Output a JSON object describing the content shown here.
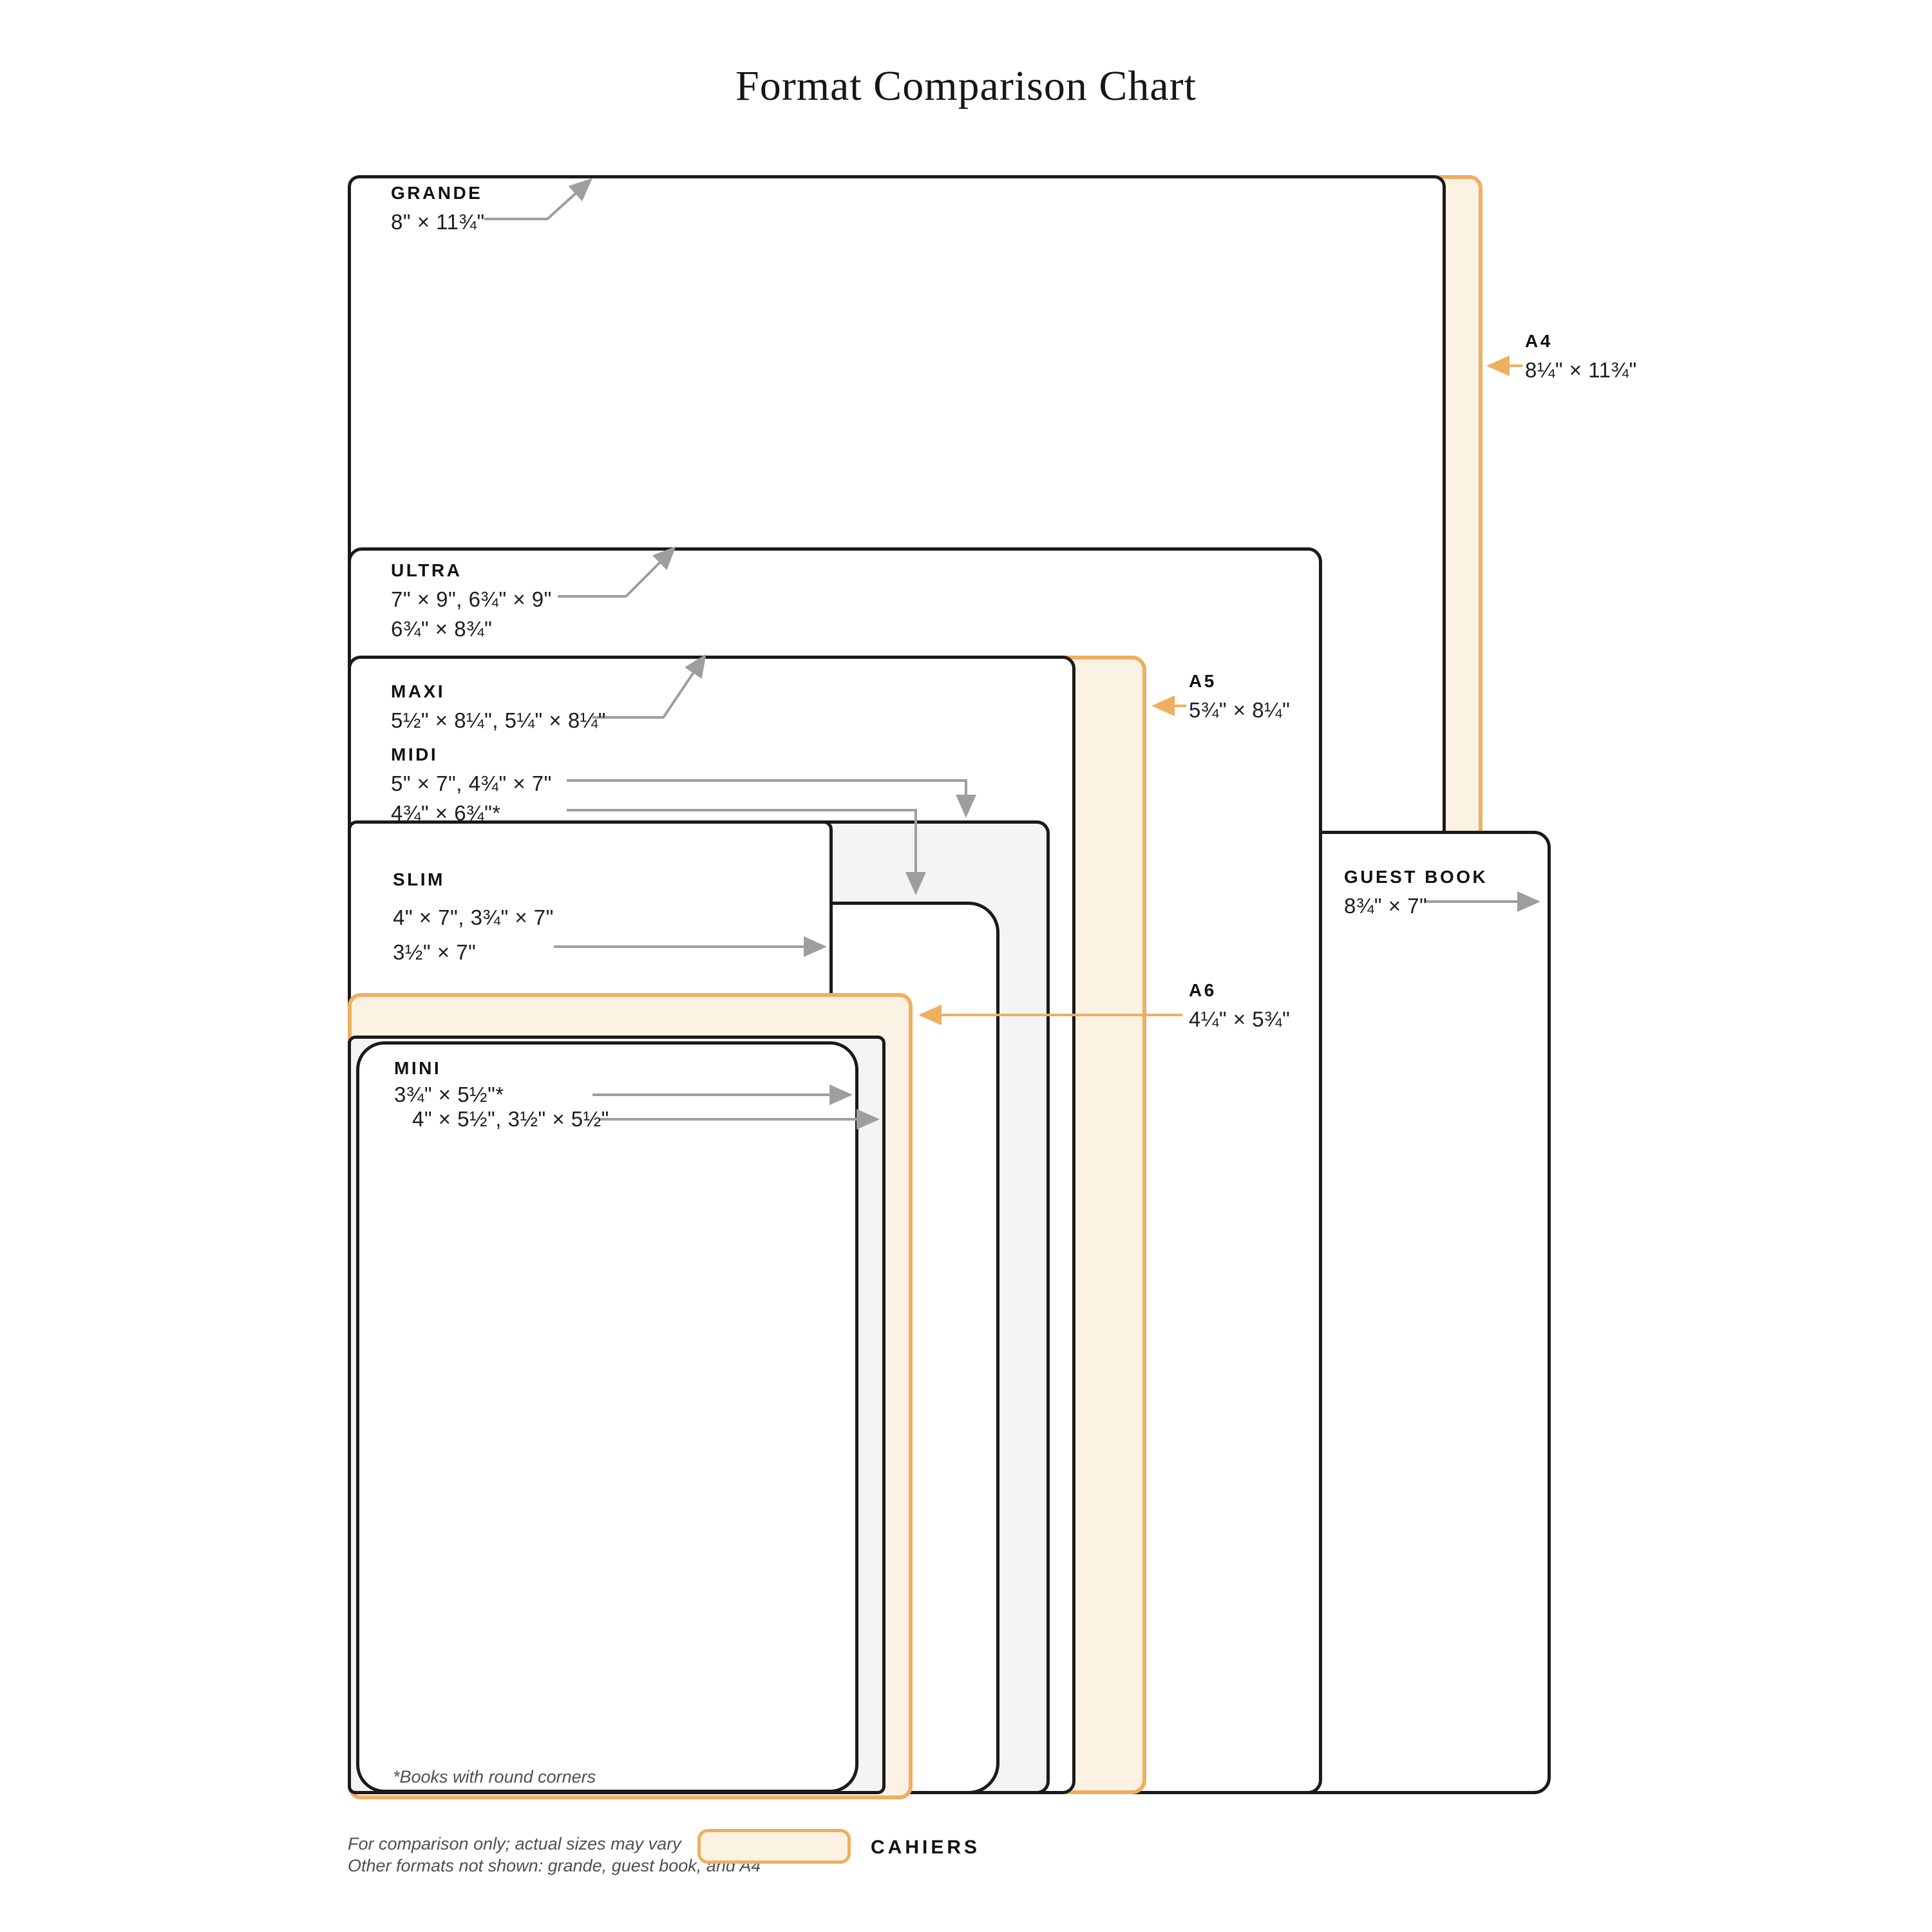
{
  "title": "Format Comparison Chart",
  "formats": {
    "grande": {
      "name": "GRANDE",
      "line1": "8\" × 11¾\""
    },
    "ultra": {
      "name": "ULTRA",
      "line1": "7\" × 9\", 6¾\" × 9\"",
      "line2": "6¾\" × 8¾\""
    },
    "maxi": {
      "name": "MAXI",
      "line1": "5½\" × 8¼\", 5¼\" × 8¼\""
    },
    "midi": {
      "name": "MIDI",
      "line1": "5\" × 7\", 4¾\" × 7\"",
      "line2": "4¾\" × 6¾\"*"
    },
    "slim": {
      "name": "SLIM",
      "line1": "4\" × 7\", 3¾\" × 7\"",
      "line2": "3½\" × 7\""
    },
    "mini": {
      "name": "MINI",
      "line1": "3¾\" × 5½\"*",
      "line2": "4\" × 5½\", 3½\" × 5½\""
    },
    "a4": {
      "name": "A4",
      "line1": "8¼\" × 11¾\""
    },
    "a5": {
      "name": "A5",
      "line1": "5¾\" × 8¼\""
    },
    "a6": {
      "name": "A6",
      "line1": "4¼\" × 5¾\""
    },
    "guest_book": {
      "name": "GUEST BOOK",
      "line1": "8¾\" × 7\""
    }
  },
  "footnote": "*Books with round corners",
  "footer_line1": "For comparison only; actual sizes may vary",
  "footer_line2": "Other formats not shown: grande, guest book, and A4",
  "legend_label": "CAHIERS",
  "colors": {
    "cahier_border": "#EFAE60",
    "cahier_fill": "#FCF2E3",
    "ink": "#1A1A1A",
    "gray_fill": "#F4F4F5",
    "arrow_gray": "#9E9E9E"
  }
}
